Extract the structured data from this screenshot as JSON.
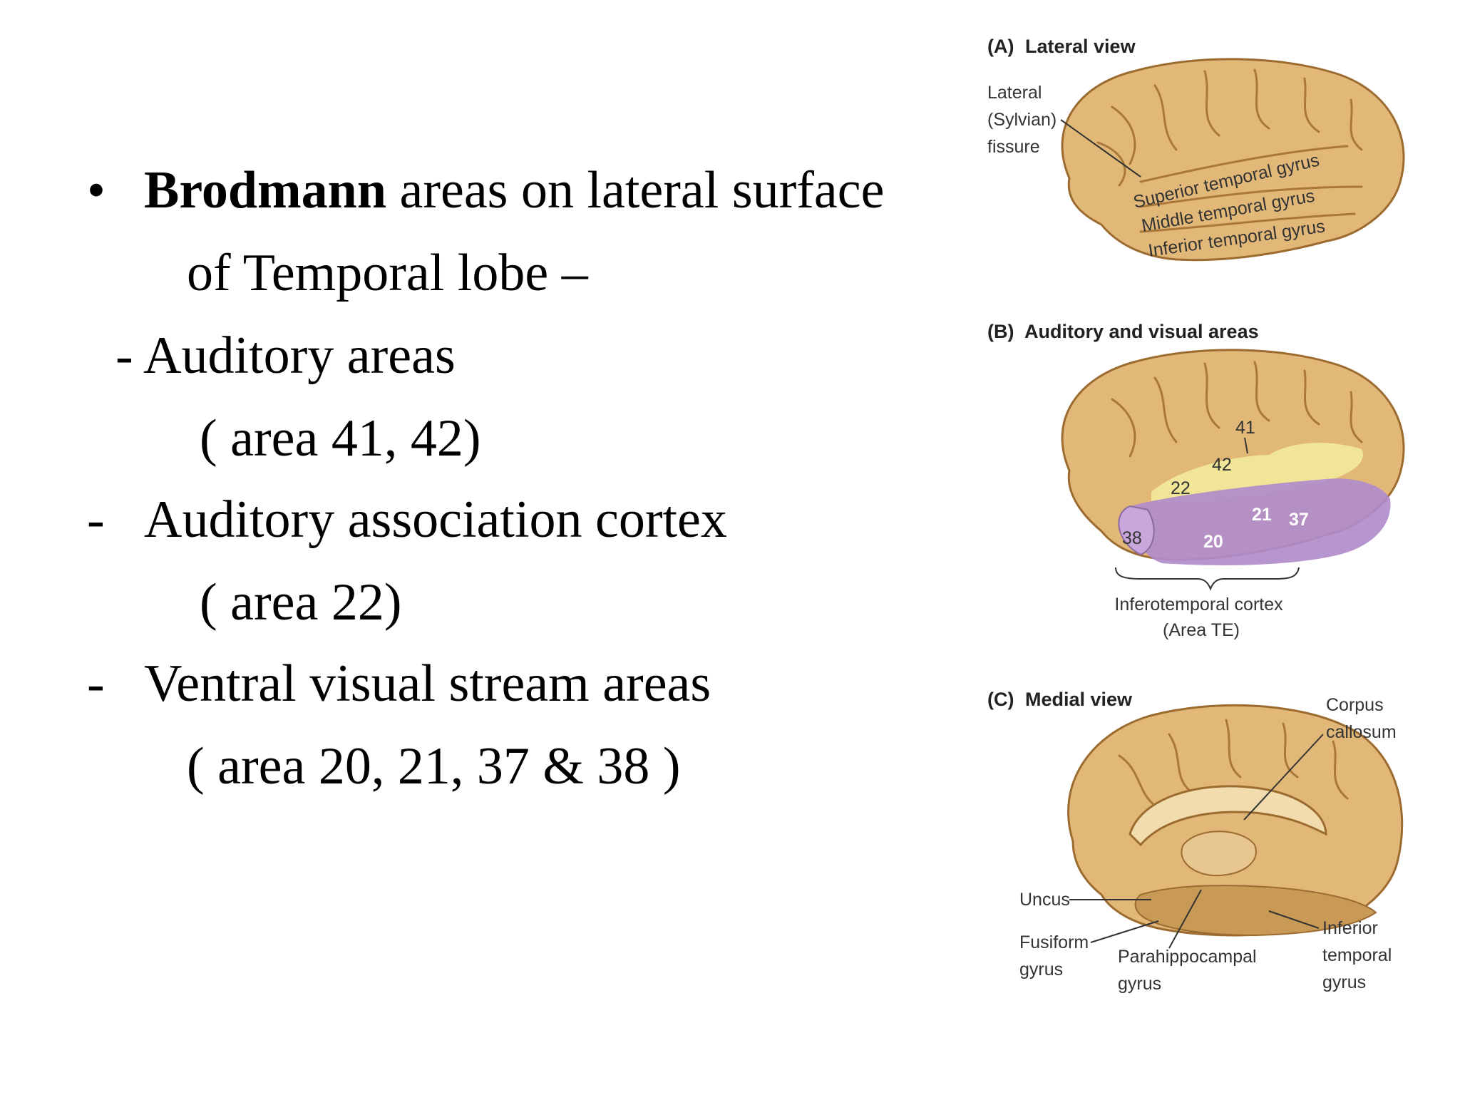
{
  "slide": {
    "bullet_glyph": "•",
    "lines": [
      {
        "bold": "Brodmann",
        "text": " areas on lateral surface"
      },
      {
        "text": "of Temporal lobe –"
      },
      {
        "text": "- Auditory areas"
      },
      {
        "text": "( area 41, 42)"
      },
      {
        "dash": "-",
        "text": "Auditory association cortex"
      },
      {
        "text": "( area 22)"
      },
      {
        "dash": "-",
        "text": "Ventral visual stream areas"
      },
      {
        "text": "( area 20, 21, 37 & 38 )"
      }
    ]
  },
  "figure": {
    "panel_a": {
      "title_letter": "(A)",
      "title": "Lateral view",
      "labels": {
        "fissure_1": "Lateral",
        "fissure_2": "(Sylvian)",
        "fissure_3": "fissure",
        "superior": "Superior temporal gyrus",
        "middle": "Middle temporal gyrus",
        "inferior": "Inferior temporal gyrus"
      }
    },
    "panel_b": {
      "title_letter": "(B)",
      "title": "Auditory and visual areas",
      "areas": {
        "a41": "41",
        "a42": "42",
        "a22": "22",
        "a21": "21",
        "a37": "37",
        "a38": "38",
        "a20": "20"
      },
      "caption_1": "Inferotemporal cortex",
      "caption_2": "(Area TE)"
    },
    "panel_c": {
      "title_letter": "(C)",
      "title": "Medial view",
      "labels": {
        "corpus_1": "Corpus",
        "corpus_2": "callosum",
        "uncus": "Uncus",
        "fusiform_1": "Fusiform",
        "fusiform_2": "gyrus",
        "parahippo_1": "Parahippocampal",
        "parahippo_2": "gyrus",
        "inferior_1": "Inferior",
        "inferior_2": "temporal",
        "inferior_3": "gyrus"
      }
    },
    "colors": {
      "brain_fill": "#e2b878",
      "brain_stroke": "#9c6b30",
      "sulcus": "#a9773a",
      "auditory_area": "#f1e89a",
      "visual_area": "#b18ccb",
      "label_text": "#333333"
    }
  }
}
